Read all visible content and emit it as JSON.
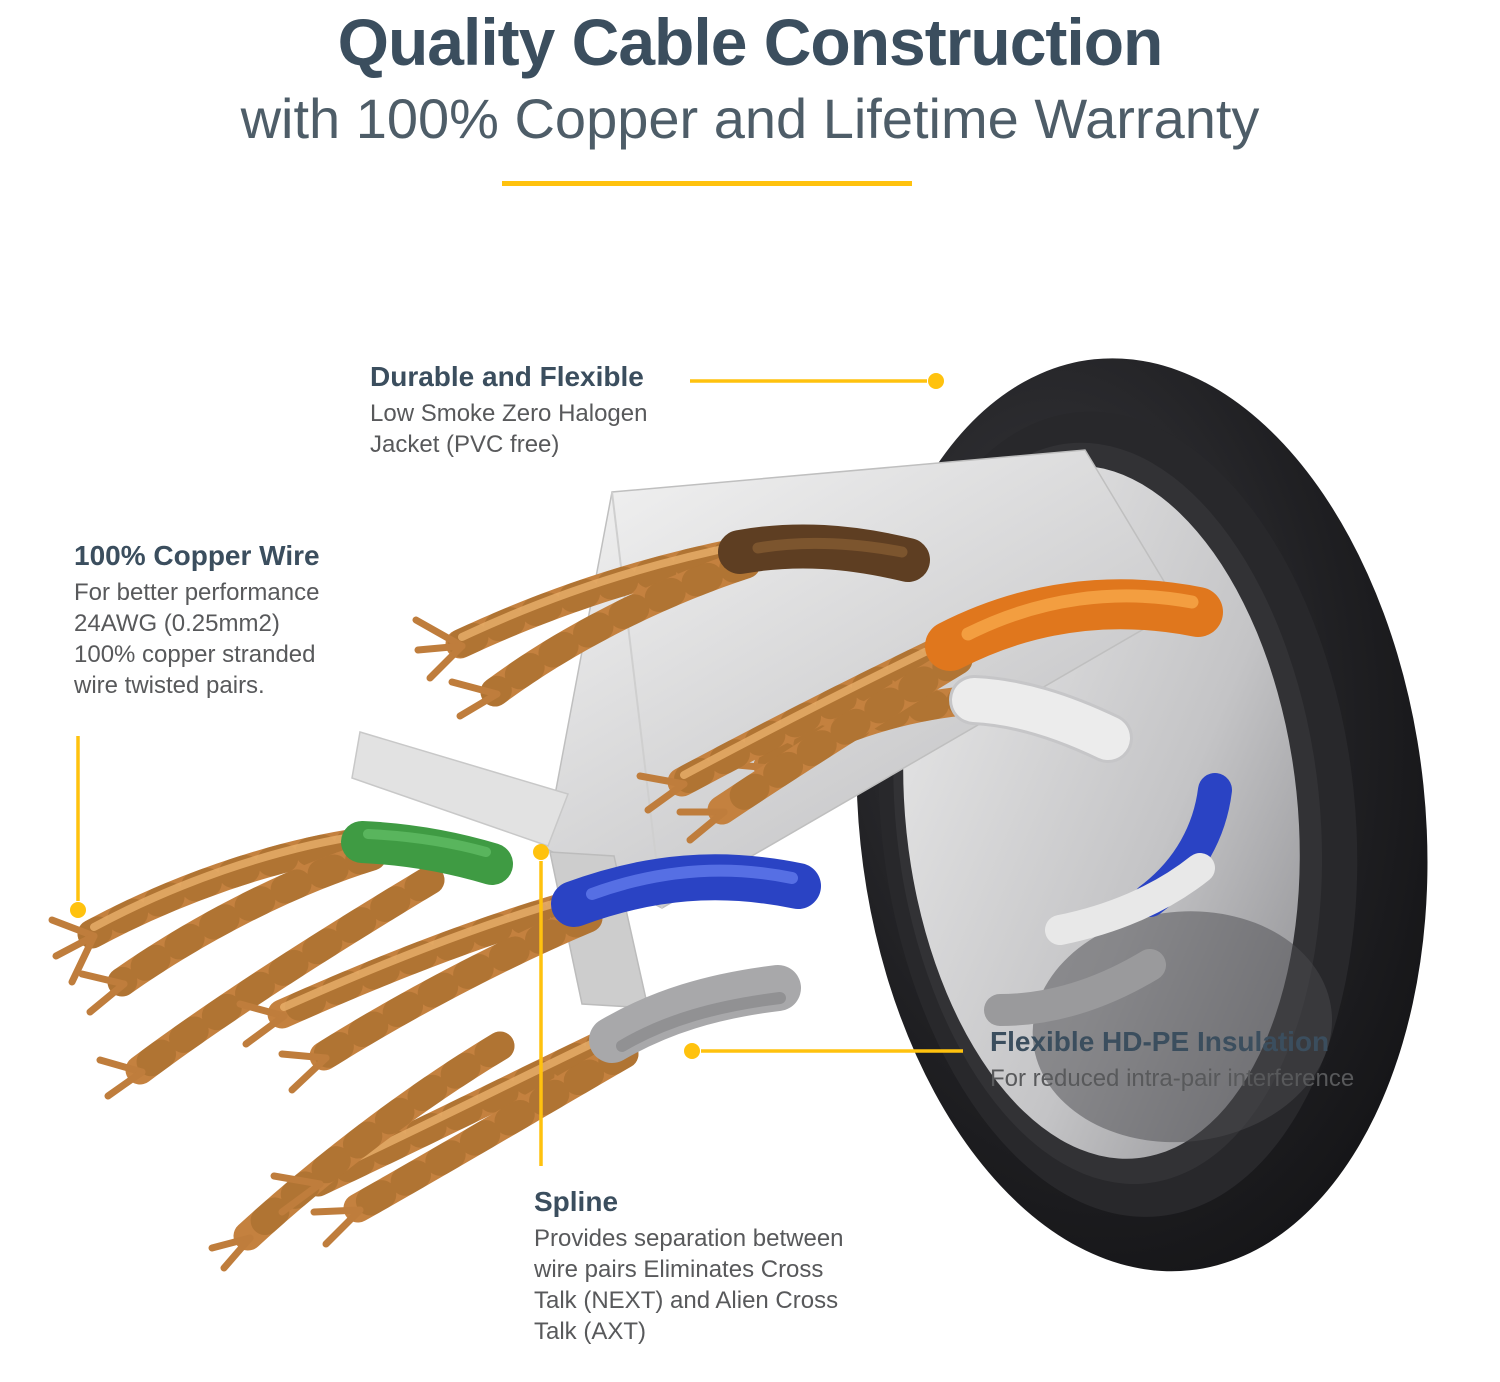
{
  "colors": {
    "accent": "#ffc20e",
    "heading": "#3b4e5e",
    "body": "#58595b",
    "background": "#ffffff",
    "jacket": "#1c1c1e",
    "copper": "#c4813f",
    "wire_green": "#3f9b43",
    "wire_blue": "#2a43c4",
    "wire_orange": "#e0771d",
    "wire_brown": "#5e3e22",
    "wire_white": "#ececec",
    "wire_gray": "#a8a8aa",
    "spline": "#e2e2e2"
  },
  "header": {
    "title": "Quality Cable Construction",
    "subtitle": "with 100% Copper and Lifetime Warranty"
  },
  "callouts": {
    "durable": {
      "heading": "Durable and Flexible",
      "lines": [
        "Low Smoke Zero Halogen",
        "Jacket (PVC free)"
      ]
    },
    "copper": {
      "heading": "100% Copper Wire",
      "lines": [
        "For better performance",
        "24AWG (0.25mm2)",
        "100% copper stranded",
        "wire twisted pairs."
      ]
    },
    "insulation": {
      "heading": "Flexible HD-PE Insulation",
      "lines": [
        "For reduced intra-pair interference"
      ]
    },
    "spline": {
      "heading": "Spline",
      "lines": [
        "Provides separation between",
        "wire pairs Eliminates Cross",
        "Talk (NEXT) and Alien Cross",
        "Talk (AXT)"
      ]
    }
  }
}
